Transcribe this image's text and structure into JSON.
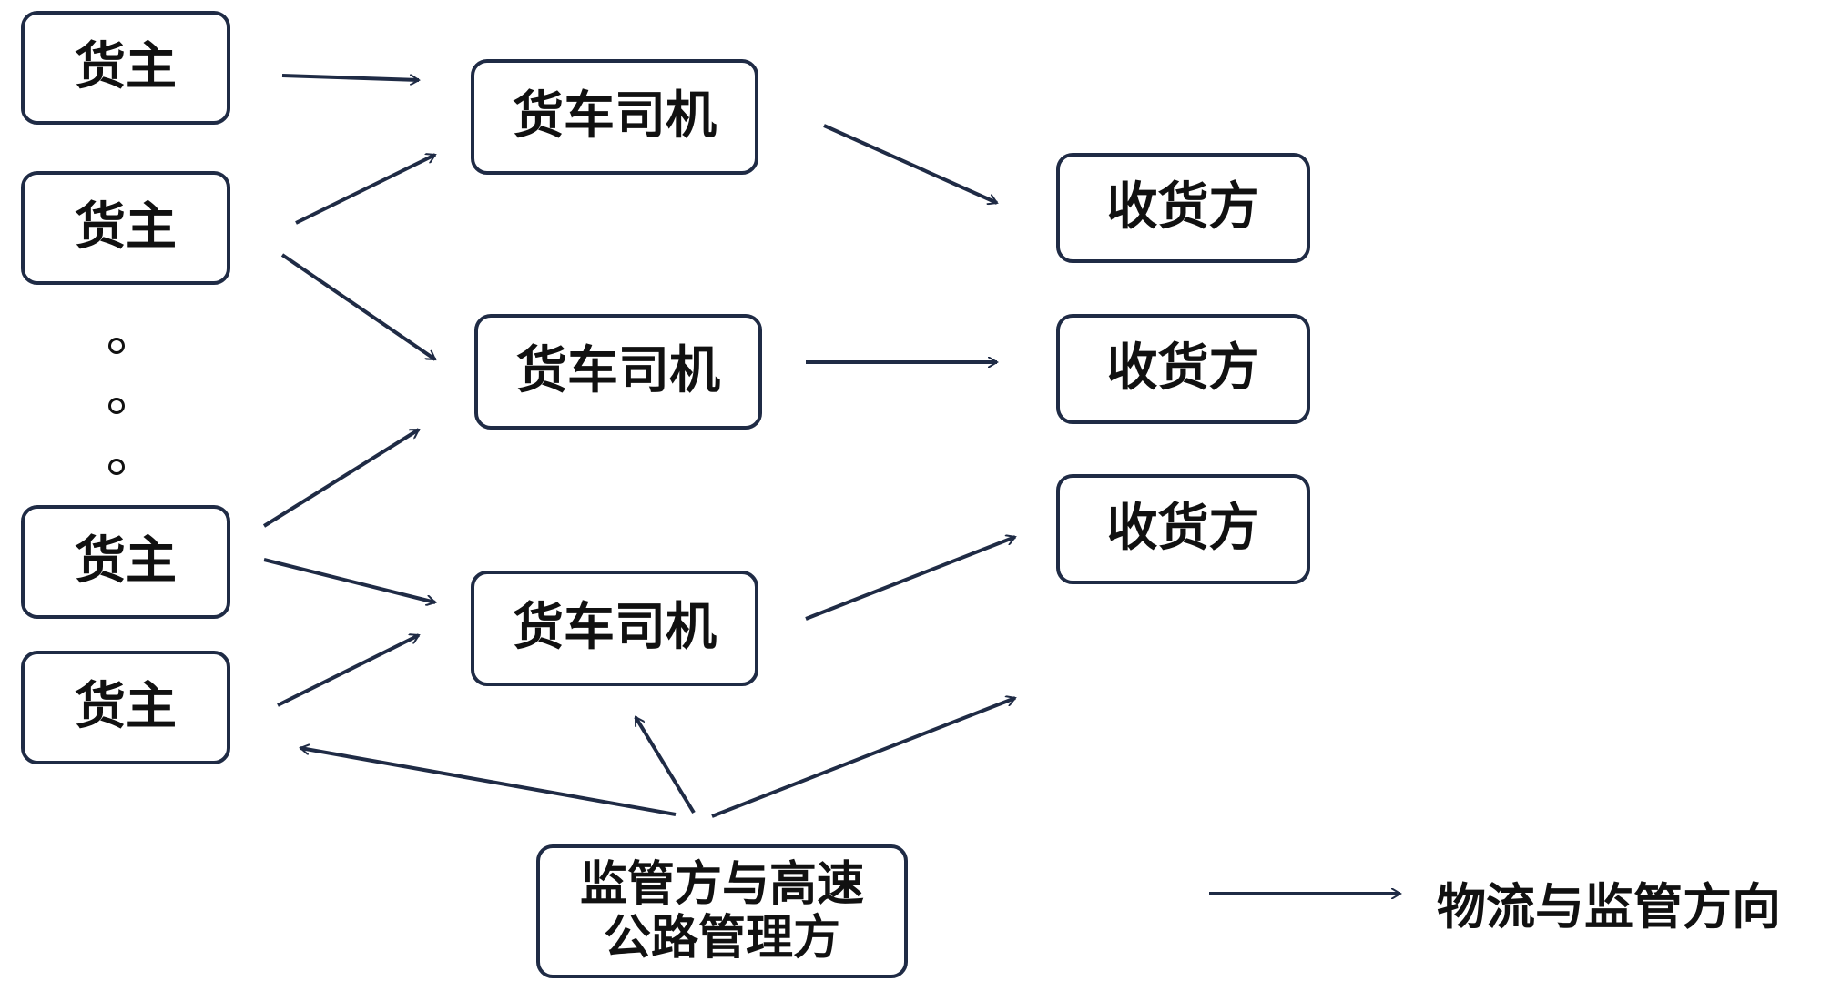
{
  "nodes": {
    "shipper_1": "货主",
    "shipper_2": "货主",
    "shipper_3": "货主",
    "shipper_4": "货主",
    "driver_1": "货车司机",
    "driver_2": "货车司机",
    "driver_3": "货车司机",
    "receiver_1": "收货方",
    "receiver_2": "收货方",
    "receiver_3": "收货方",
    "regulator_line1": "监管方与高速",
    "regulator_line2": "公路管理方"
  },
  "legend": {
    "label": "物流与监管方向"
  },
  "colors": {
    "border": "#1f2b45",
    "arrow": "#1f2b45"
  }
}
